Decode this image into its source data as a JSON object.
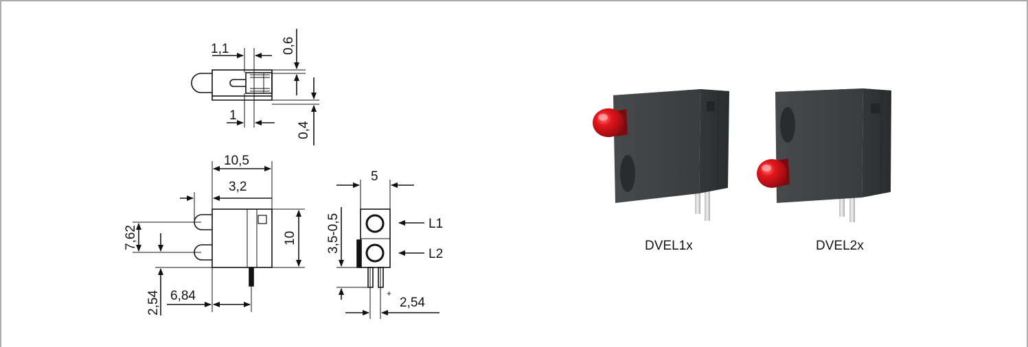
{
  "top_view": {
    "dims": {
      "d1": "1,1",
      "d2": "0,6",
      "d3": "1",
      "d4": "0,4"
    }
  },
  "side_view": {
    "dims": {
      "width": "10,5",
      "offset": "3,2",
      "pitch": "7,62",
      "height": "10",
      "standoff": "2,54",
      "lead_pos": "6,84"
    }
  },
  "front_view": {
    "dims": {
      "width": "5",
      "spacing": "3,5-0,5",
      "pin_pitch": "2,54",
      "plus": "+"
    },
    "labels": {
      "l1": "L1",
      "l2": "L2"
    }
  },
  "photos": {
    "left_caption": "DVEL1x",
    "right_caption": "DVEL2x",
    "body_color": "#3d3e40",
    "led_color": "#d8161c"
  }
}
